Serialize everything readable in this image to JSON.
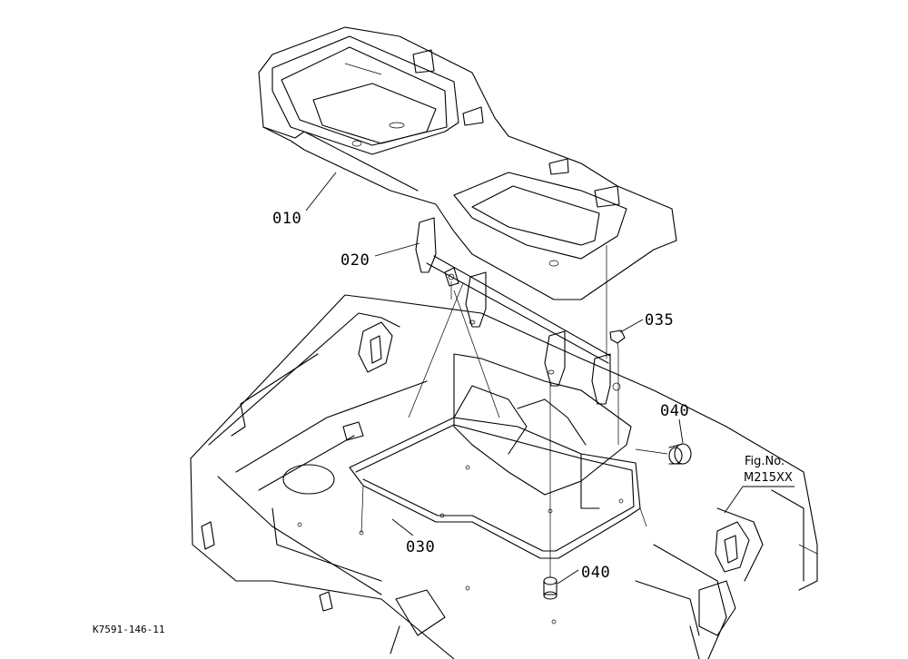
{
  "labels": {
    "p010": "010",
    "p020": "020",
    "p030": "030",
    "p035": "035",
    "p040_upper": "040",
    "p040_lower": "040"
  },
  "figure_ref": {
    "line1": "Fig.No.",
    "line2": "M215XX"
  },
  "drawing_code": "K7591-146-11"
}
